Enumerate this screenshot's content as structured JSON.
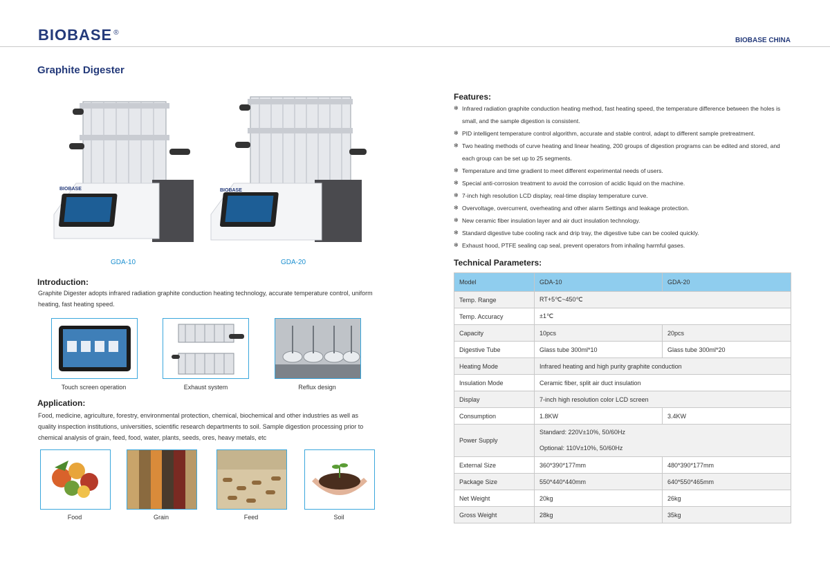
{
  "header": {
    "logo_text": "BIOBASE",
    "logo_mark": "®",
    "brand_right": "BIOBASE CHINA"
  },
  "page_title": "Graphite Digester",
  "products": [
    {
      "model": "GDA-10"
    },
    {
      "model": "GDA-20"
    }
  ],
  "introduction": {
    "heading": "Introduction:",
    "text": "Graphite Digester adopts infrared radiation graphite conduction heating technology, accurate temperature control, uniform heating, fast heating speed."
  },
  "feature_images": [
    {
      "caption": "Touch screen operation",
      "icon": "touch-screen-icon"
    },
    {
      "caption": "Exhaust system",
      "icon": "exhaust-system-icon"
    },
    {
      "caption": "Reflux design",
      "icon": "reflux-design-icon"
    }
  ],
  "application": {
    "heading": "Application:",
    "text": "Food, medicine, agriculture, forestry, environmental protection, chemical, biochemical and other industries as well as quality inspection institutions, universities, scientific research departments to soil. Sample digestion processing prior to chemical analysis of grain, feed, food, water, plants, seeds, ores, heavy metals, etc"
  },
  "application_images": [
    {
      "caption": "Food",
      "color": "#d9622b"
    },
    {
      "caption": "Grain",
      "color": "#8a6a3f"
    },
    {
      "caption": "Feed",
      "color": "#a07a4a"
    },
    {
      "caption": "Soil",
      "color": "#4a2e1e"
    }
  ],
  "features": {
    "heading": "Features:",
    "items": [
      "Infrared radiation graphite conduction heating method, fast heating speed, the temperature difference between the holes is small, and the sample digestion is consistent.",
      "PID intelligent temperature control algorithm, accurate and stable control, adapt to different sample pretreatment.",
      "Two heating methods of curve heating and linear heating, 200 groups of digestion programs can be edited and stored, and each group can be set up to 25 segments.",
      "Temperature and time gradient to meet different experimental needs of users.",
      "Special anti-corrosion treatment to avoid the corrosion of acidic liquid on the machine.",
      "7-inch high resolution LCD display, real-time display temperature curve.",
      "Overvoltage, overcurrent, overheating and other alarm Settings and leakage protection.",
      "New ceramic fiber insulation layer and air duct insulation technology.",
      "Standard digestive tube cooling rack and drip tray, the digestive tube can be cooled quickly.",
      "Exhaust hood, PTFE sealing cap seal, prevent operators from inhaling harmful gases."
    ]
  },
  "technical": {
    "heading": "Technical Parameters:",
    "header": [
      "Model",
      "GDA-10",
      "GDA-20"
    ],
    "temp_range": [
      "Temp. Range",
      "RT+5℃~450℃"
    ],
    "temp_accuracy": [
      "Temp. Accuracy",
      "±1℃"
    ],
    "capacity": [
      "Capacity",
      "10pcs",
      "20pcs"
    ],
    "digestive_tube": [
      "Digestive Tube",
      "Glass tube 300ml*10",
      "Glass tube 300ml*20"
    ],
    "heating_mode": [
      "Heating Mode",
      "Infrared heating and high purity graphite conduction"
    ],
    "insulation_mode": [
      "Insulation Mode",
      "Ceramic fiber, split air duct insulation"
    ],
    "display": [
      "Display",
      "7-inch high resolution color LCD screen"
    ],
    "consumption": [
      "Consumption",
      "1.8KW",
      "3.4KW"
    ],
    "power_supply": [
      "Power Supply",
      "Standard: 220V±10%, 50/60Hz",
      "Optional: 110V±10%, 50/60Hz"
    ],
    "external_size": [
      "External Size",
      "360*390*177mm",
      "480*390*177mm"
    ],
    "package_size": [
      "Package Size",
      "550*440*440mm",
      "640*550*465mm"
    ],
    "net_weight": [
      "Net Weight",
      "20kg",
      "26kg"
    ],
    "gross_weight": [
      "Gross Weight",
      "28kg",
      "35kg"
    ]
  },
  "colors": {
    "brand": "#243a7a",
    "accent": "#3aa6dc",
    "table_header": "#8fcdee"
  }
}
